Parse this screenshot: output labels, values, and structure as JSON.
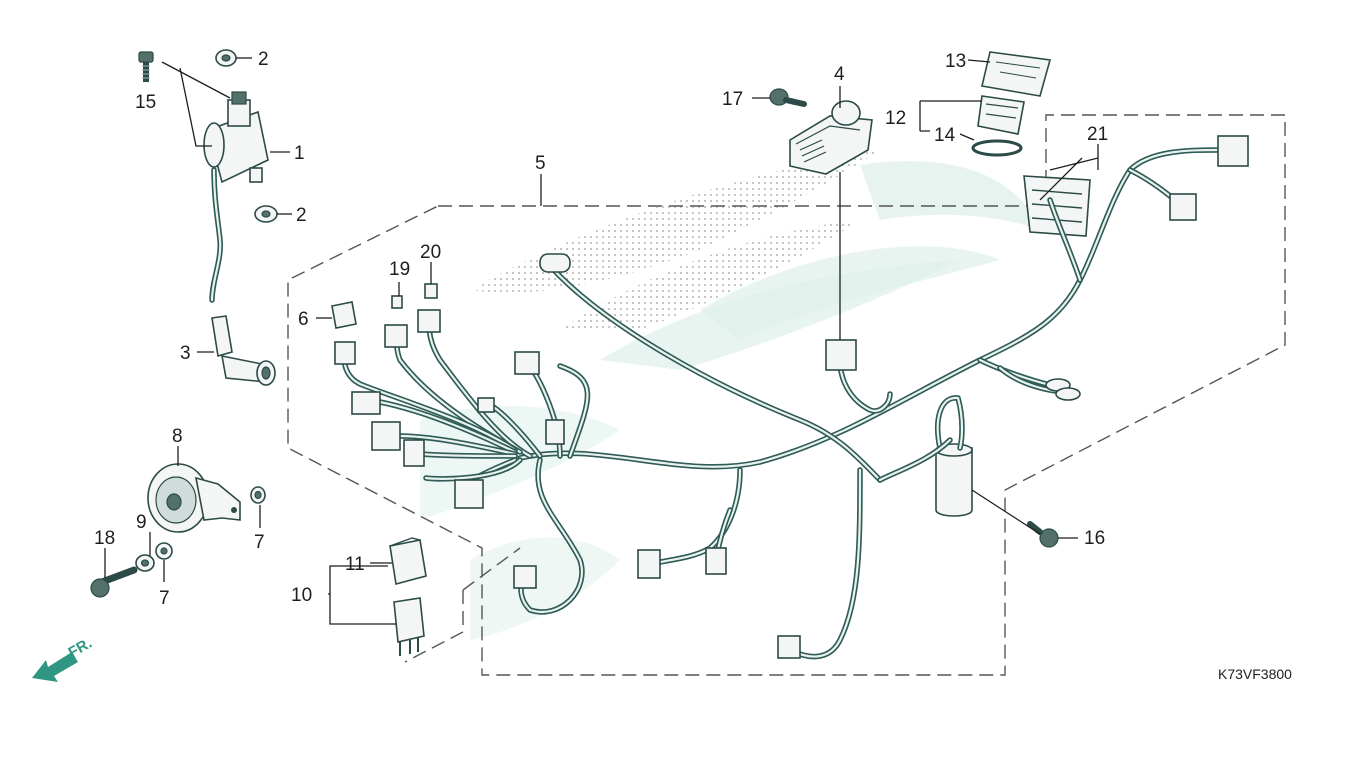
{
  "diagram": {
    "drawing_code": "K73VF3800",
    "front_label": "FR.",
    "colors": {
      "wire": "#2f5c57",
      "part_fill": "#f3f6f5",
      "watermark": "#d9ece6",
      "dots": "#b5b5b5",
      "front_arrow": "#2e9682"
    },
    "callouts": [
      {
        "id": "c1",
        "label": "1"
      },
      {
        "id": "c2a",
        "label": "2"
      },
      {
        "id": "c2b",
        "label": "2"
      },
      {
        "id": "c3",
        "label": "3"
      },
      {
        "id": "c4",
        "label": "4"
      },
      {
        "id": "c5",
        "label": "5"
      },
      {
        "id": "c6",
        "label": "6"
      },
      {
        "id": "c7a",
        "label": "7"
      },
      {
        "id": "c7b",
        "label": "7"
      },
      {
        "id": "c8",
        "label": "8"
      },
      {
        "id": "c9",
        "label": "9"
      },
      {
        "id": "c10",
        "label": "10"
      },
      {
        "id": "c11",
        "label": "11"
      },
      {
        "id": "c12",
        "label": "12"
      },
      {
        "id": "c13",
        "label": "13"
      },
      {
        "id": "c14",
        "label": "14"
      },
      {
        "id": "c15",
        "label": "15"
      },
      {
        "id": "c16",
        "label": "16"
      },
      {
        "id": "c17",
        "label": "17"
      },
      {
        "id": "c18",
        "label": "18"
      },
      {
        "id": "c19",
        "label": "19"
      },
      {
        "id": "c20",
        "label": "20"
      },
      {
        "id": "c21",
        "label": "21"
      }
    ]
  }
}
